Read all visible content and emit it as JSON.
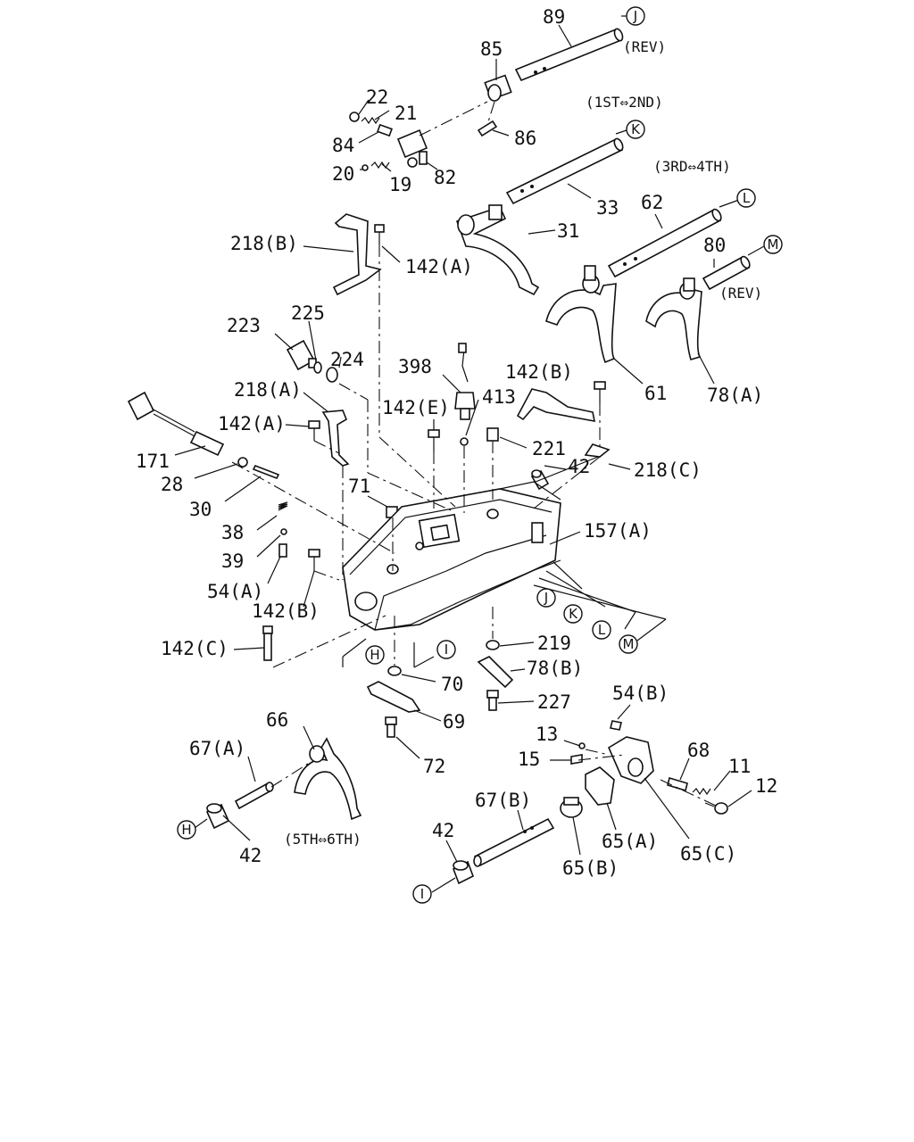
{
  "diagram": {
    "labels": {
      "p89": "89",
      "p85": "85",
      "p86": "86",
      "p22": "22",
      "p21": "21",
      "p84": "84",
      "p82": "82",
      "p20": "20",
      "p19": "19",
      "p33": "33",
      "p31": "31",
      "p62": "62",
      "p80": "80",
      "p61": "61",
      "p78a": "78(A)",
      "p218b": "218(B)",
      "p142a_top": "142(A)",
      "p223": "223",
      "p225": "225",
      "p224": "224",
      "p398": "398",
      "p413": "413",
      "p142b_top": "142(B)",
      "p218a": "218(A)",
      "p142e": "142(E)",
      "p221": "221",
      "p142a_mid": "142(A)",
      "p171": "171",
      "p28": "28",
      "p30": "30",
      "p42_mid": "42",
      "p218c": "218(C)",
      "p71": "71",
      "p157a": "157(A)",
      "p38": "38",
      "p39": "39",
      "p54a": "54(A)",
      "p142b_mid": "142(B)",
      "p142c": "142(C)",
      "p219": "219",
      "p70": "70",
      "p78b": "78(B)",
      "p69": "69",
      "p227": "227",
      "p54b": "54(B)",
      "p66": "66",
      "p67a": "67(A)",
      "p72": "72",
      "p13": "13",
      "p15": "15",
      "p68": "68",
      "p11": "11",
      "p12": "12",
      "p67b": "67(B)",
      "p42_left": "42",
      "p42_bottom": "42",
      "p65a": "65(A)",
      "p65b": "65(B)",
      "p65c": "65(C)"
    },
    "notes": {
      "rev_top": "(REV)",
      "first_second": "(1ST⇔2ND)",
      "third_fourth": "(3RD⇔4TH)",
      "rev_mid": "(REV)",
      "fifth_sixth": "(5TH⇔6TH)"
    },
    "markers": {
      "J": "J",
      "K": "K",
      "L": "L",
      "M": "M",
      "H": "H",
      "I": "I"
    }
  }
}
